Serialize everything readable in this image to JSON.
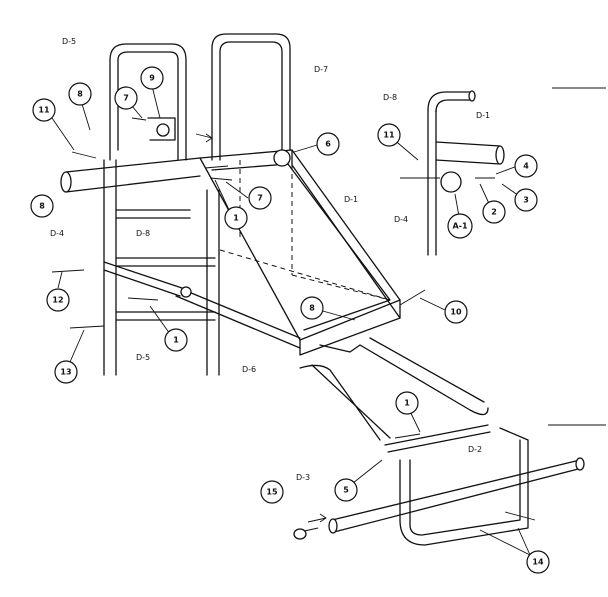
{
  "diagram": {
    "parts": {
      "D5": "D-5",
      "D7": "D-7",
      "D8": "D-8",
      "D1": "D-1",
      "D4": "D-4",
      "D6": "D-6",
      "D2": "D-2",
      "D3": "D-3",
      "A1": "A-1"
    },
    "callouts": {
      "c1": "1",
      "c2": "2",
      "c3": "3",
      "c4": "4",
      "c5": "5",
      "c6": "6",
      "c7": "7",
      "c8": "8",
      "c9": "9",
      "c10": "10",
      "c11": "11",
      "c12": "12",
      "c13": "13",
      "c14": "14",
      "c15": "15"
    }
  }
}
